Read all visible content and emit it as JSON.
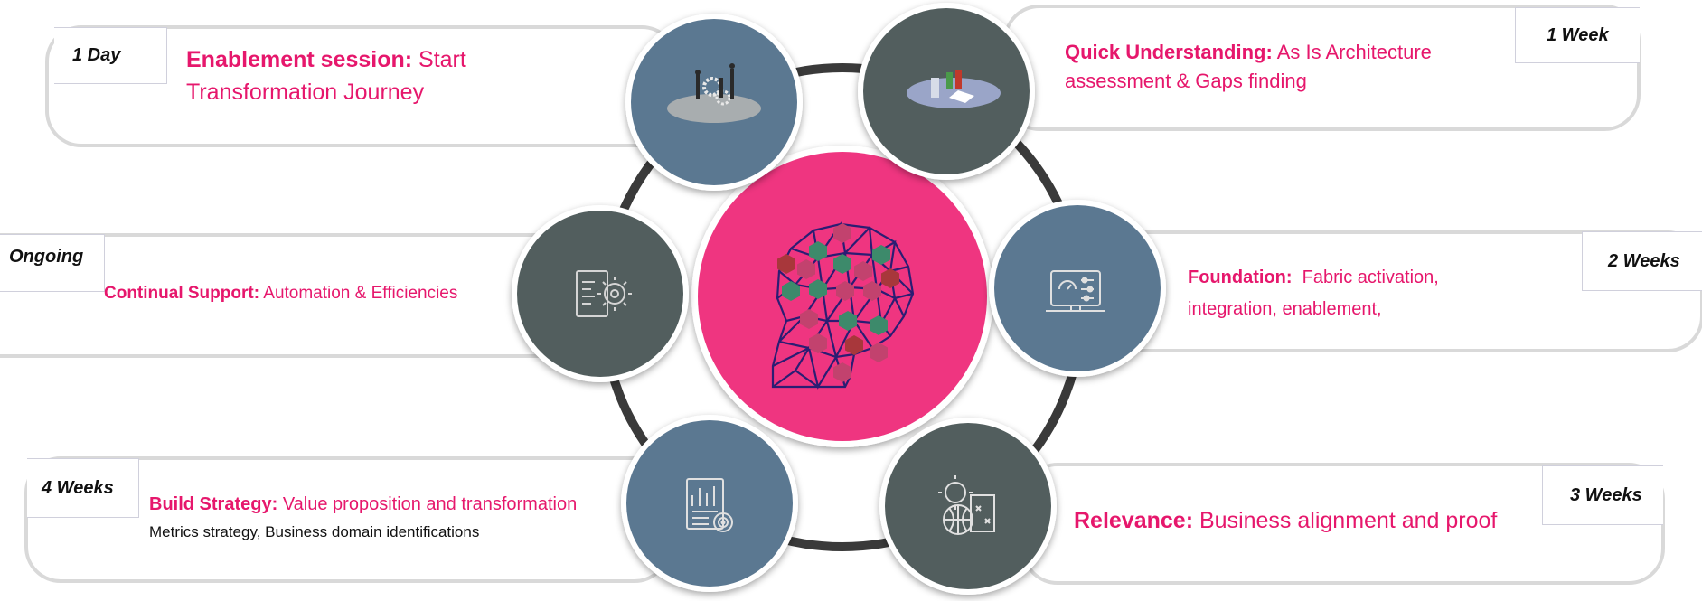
{
  "steps": {
    "enablement": {
      "duration": "1 Day",
      "title": "Enablement session:",
      "desc_line1": "Start",
      "desc_line2": "Transformation Journey"
    },
    "quick": {
      "duration": "1 Week",
      "title": "Quick Understanding:",
      "desc_line1": "As Is Architecture",
      "desc_line2": "assessment & Gaps finding"
    },
    "foundation": {
      "duration": "2 Weeks",
      "title": "Foundation:",
      "desc_line1": "Fabric activation,",
      "desc_line2": "integration, enablement,"
    },
    "relevance": {
      "duration": "3 Weeks",
      "title": "Relevance:",
      "desc": "Business alignment and proof"
    },
    "build": {
      "duration": "4 Weeks",
      "title": "Build Strategy:",
      "desc": "Value proposition and transformation",
      "sub": "Metrics strategy, Business domain identifications"
    },
    "support": {
      "duration": "Ongoing",
      "title": "Continual Support:",
      "desc": "Automation & Efficiencies"
    }
  },
  "colors": {
    "accent": "#e6176c",
    "center": "#ef3580",
    "blue_circle": "#5b7891",
    "dark_circle": "#525e5e",
    "ring": "#3a3a3a"
  },
  "icons": {
    "center": "brain-network-icon",
    "top_left": "team-gears-icon",
    "top_right": "assessment-chart-icon",
    "right": "dashboard-settings-icon",
    "bottom_right": "global-strategy-icon",
    "bottom_left": "report-target-icon",
    "left": "document-gear-icon"
  }
}
